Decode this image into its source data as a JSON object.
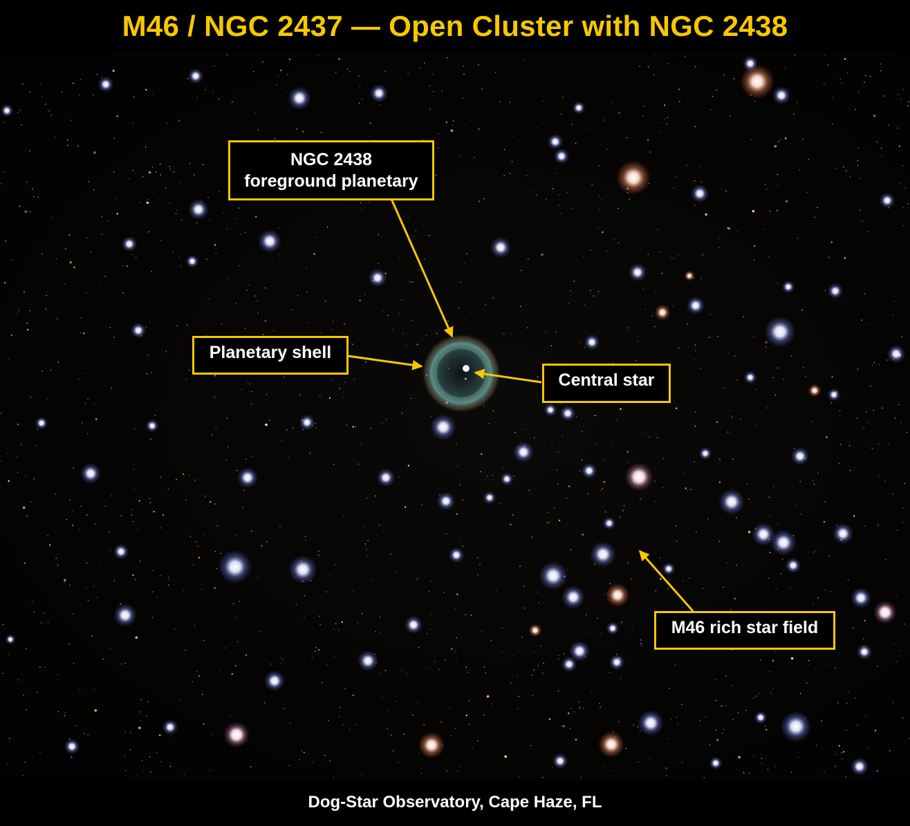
{
  "title": "M46 / NGC 2437 — Open Cluster with NGC 2438",
  "colors": {
    "accent": "#f7c800",
    "label_text": "#ffffff",
    "background": "#000000",
    "nebula": "#5f9a96"
  },
  "annotations": {
    "ngc2438": {
      "line1": "NGC 2438",
      "line2": "foreground planetary"
    },
    "shell": {
      "text": "Planetary shell"
    },
    "central_star": {
      "text": "Central star"
    },
    "m46": {
      "text": "M46 rich star field"
    }
  },
  "footer": "Dog-Star Observatory, Cape Haze, FL"
}
